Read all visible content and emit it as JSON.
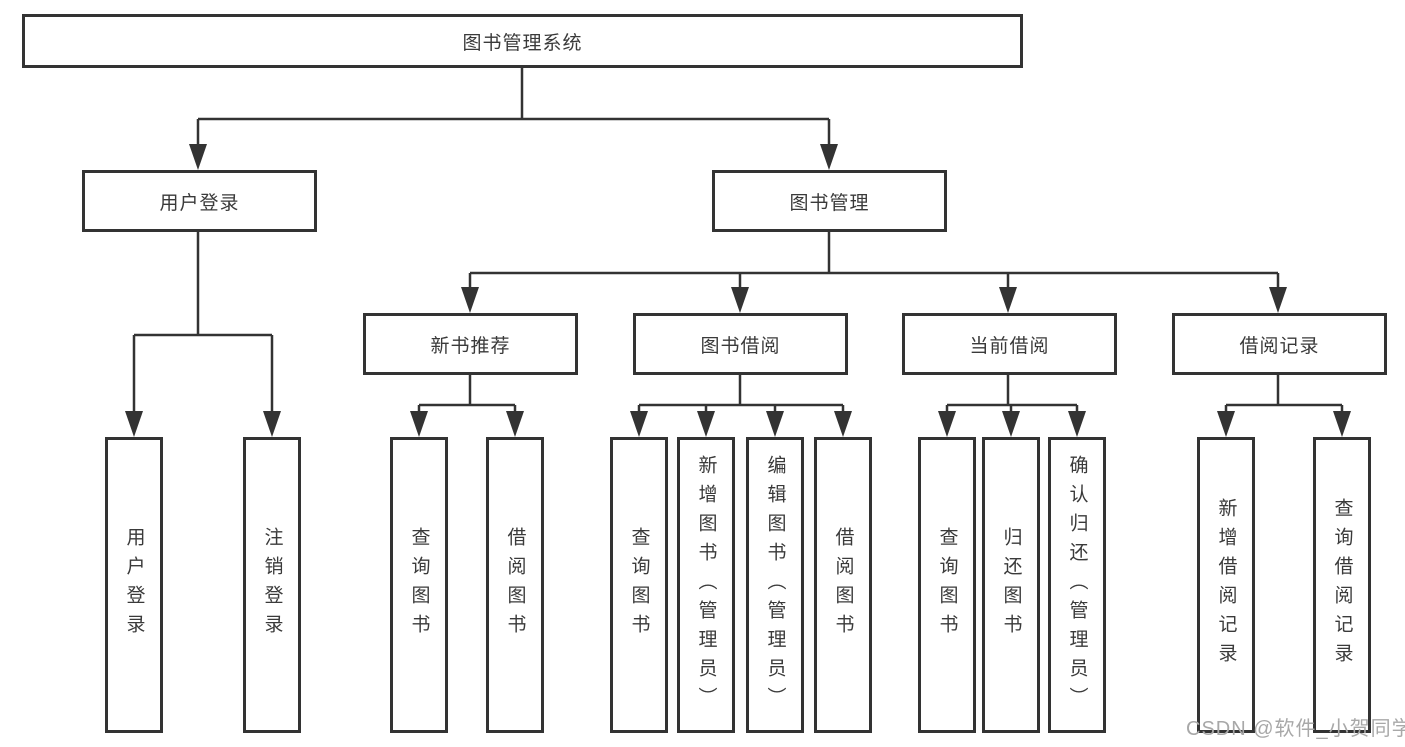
{
  "colors": {
    "line": "#333333",
    "box_border": "#333333",
    "box_background": "#ffffff",
    "text": "#3a3a3a",
    "watermark": "#a8a8a8",
    "page_background": "#ffffff"
  },
  "tree": {
    "label": "图书管理系统",
    "children": [
      {
        "label": "用户登录",
        "children": [
          {
            "label": "用户登录"
          },
          {
            "label": "注销登录"
          }
        ]
      },
      {
        "label": "图书管理",
        "children": [
          {
            "label": "新书推荐",
            "children": [
              {
                "label": "查询图书"
              },
              {
                "label": "借阅图书"
              }
            ]
          },
          {
            "label": "图书借阅",
            "children": [
              {
                "label": "查询图书"
              },
              {
                "label": "新增图书（管理员）"
              },
              {
                "label": "编辑图书（管理员）"
              },
              {
                "label": "借阅图书"
              }
            ]
          },
          {
            "label": "当前借阅",
            "children": [
              {
                "label": "查询图书"
              },
              {
                "label": "归还图书"
              },
              {
                "label": "确认归还（管理员）"
              }
            ]
          },
          {
            "label": "借阅记录",
            "children": [
              {
                "label": "新增借阅记录"
              },
              {
                "label": "查询借阅记录"
              }
            ]
          }
        ]
      }
    ]
  },
  "watermark": {
    "text": "CSDN @软件_小贺同学"
  }
}
